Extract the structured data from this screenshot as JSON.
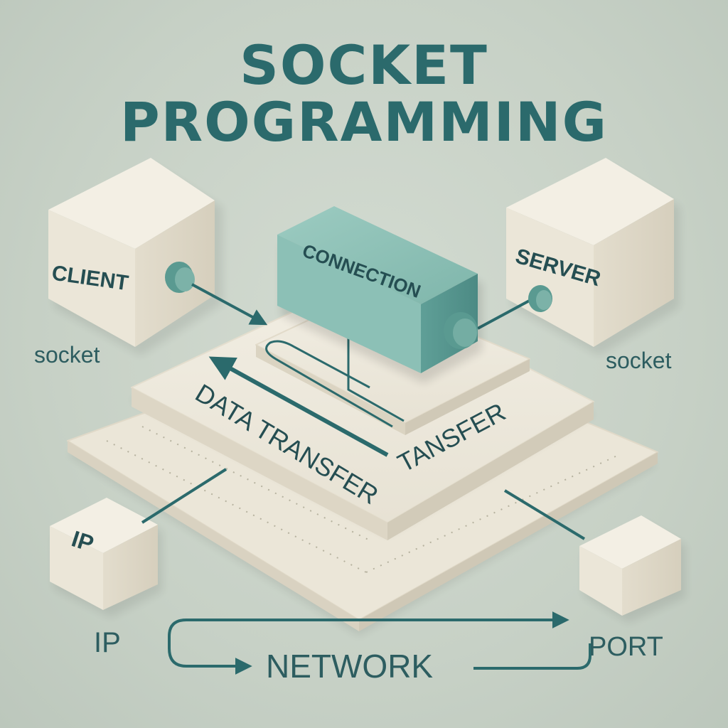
{
  "title": {
    "line1": "SOCKET",
    "line2": "PROGRAMMING"
  },
  "nodes": {
    "client": "CLIENT",
    "server": "SERVER",
    "connection": "CONNECTION",
    "ip_box": "IP"
  },
  "labels": {
    "client_socket": "socket",
    "server_socket": "socket",
    "data_transfer": "DATA TRANSFER",
    "transfer_fragment": "TANSFER",
    "ip": "IP",
    "port": "PORT",
    "network": "NETWORK"
  },
  "colors": {
    "background": "#c9d2c8",
    "block": "#ece7da",
    "connection": "#86bcb2",
    "accent": "#2b6a6c"
  }
}
